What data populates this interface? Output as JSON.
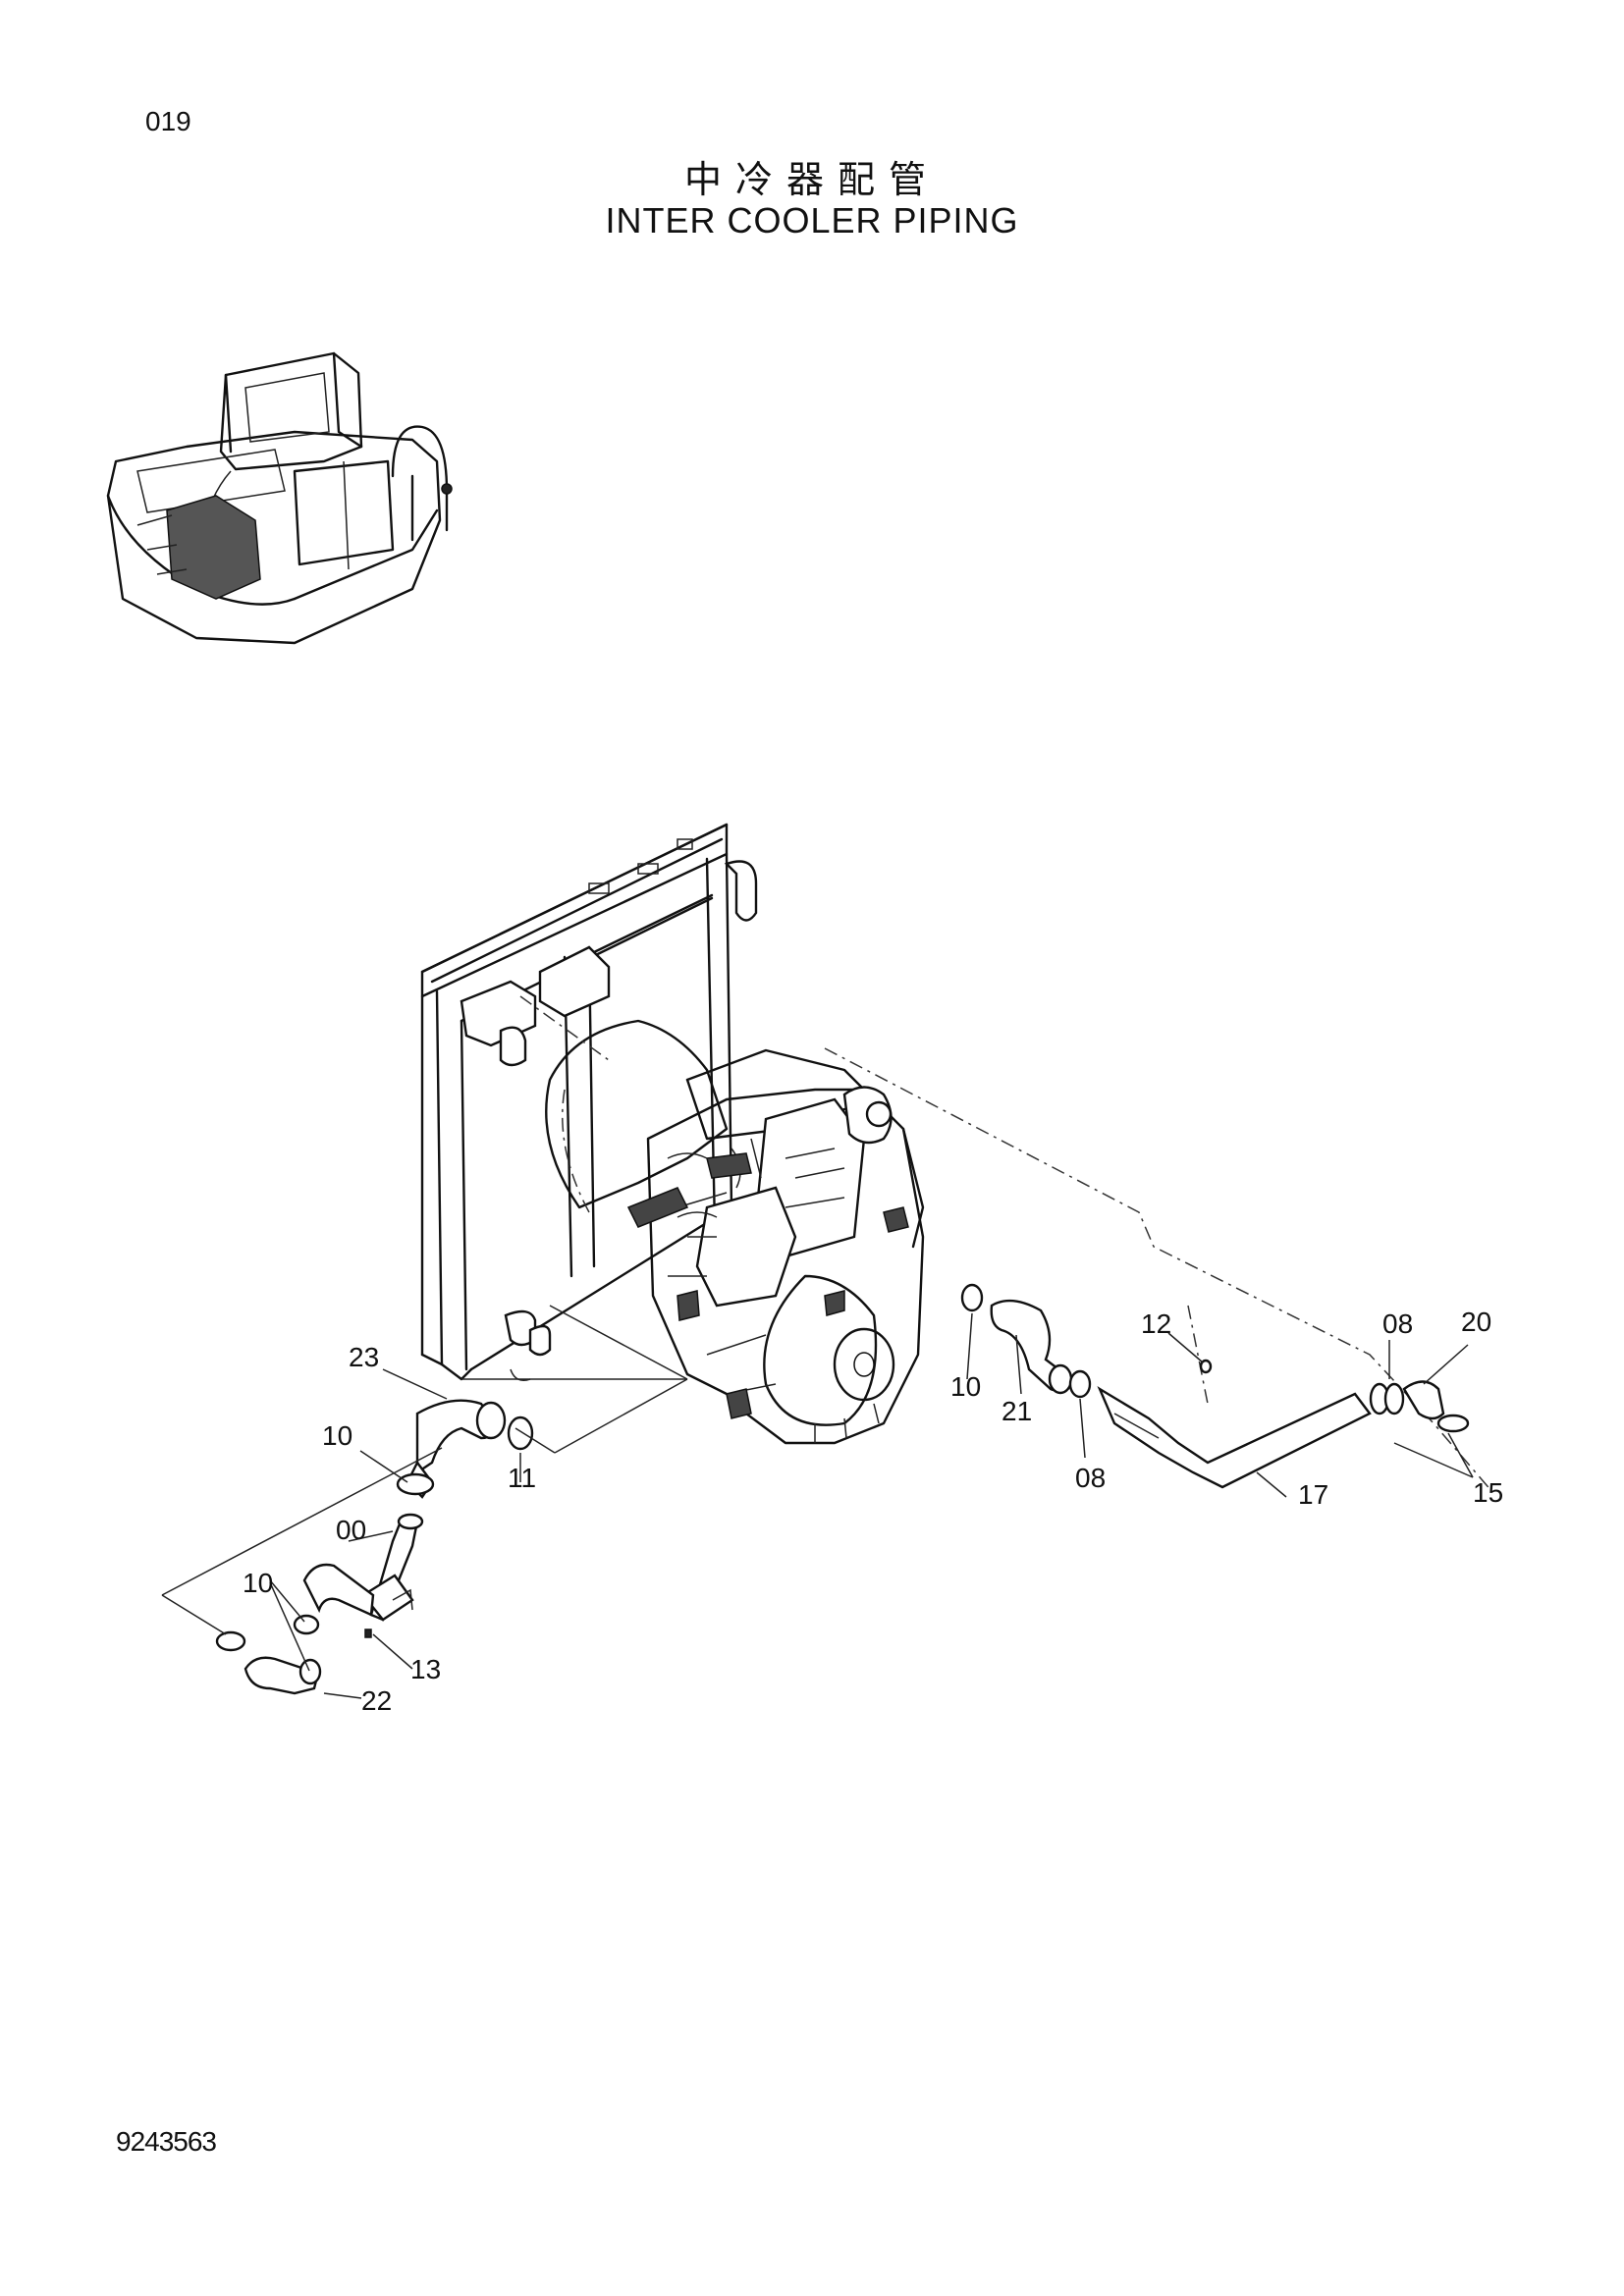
{
  "page_number": "019",
  "title_cn": "中冷器配管",
  "title_en": "INTER COOLER PIPING",
  "drawing_number": "9243563",
  "callouts": {
    "c23": "23",
    "c10a": "10",
    "c00": "00",
    "c10b": "10",
    "c13": "13",
    "c22": "22",
    "c11": "11",
    "c10c": "10",
    "c21": "21",
    "c08a": "08",
    "c12": "12",
    "c17": "17",
    "c08b": "08",
    "c20": "20",
    "c15": "15"
  }
}
